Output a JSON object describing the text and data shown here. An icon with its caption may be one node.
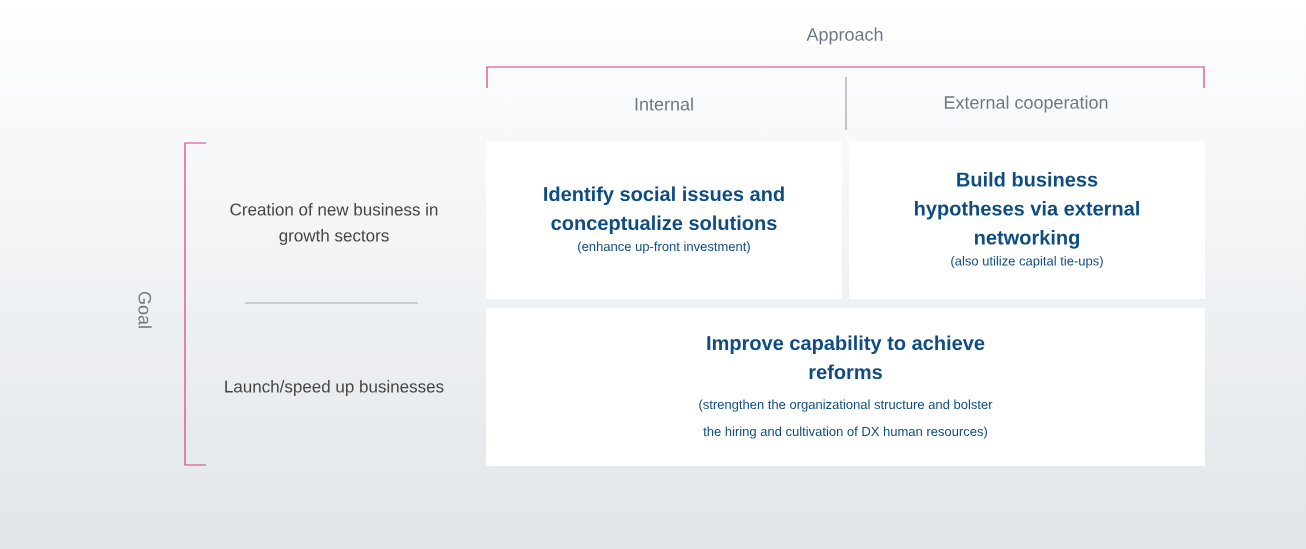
{
  "diagram": {
    "nodes": [
      {
        "text": [
          "Identify social issues and conceptualize solutions",
          "(enhance up-front investment)"
        ]
      },
      {
        "text": [
          "Build business hypotheses via external networking",
          "(also utilize capital tie-ups)"
        ]
      },
      {
        "text": [
          "Improve capability to achieve reforms",
          "(strengthen the organizational structure and bolster the hiring and cultivation of DX human resources)"
        ]
      }
    ],
    "labels": [
      "Approach",
      "Internal",
      "External cooperation",
      "Goal",
      "Creation of new business in growth sectors",
      "Launch/speed up businesses"
    ]
  }
}
